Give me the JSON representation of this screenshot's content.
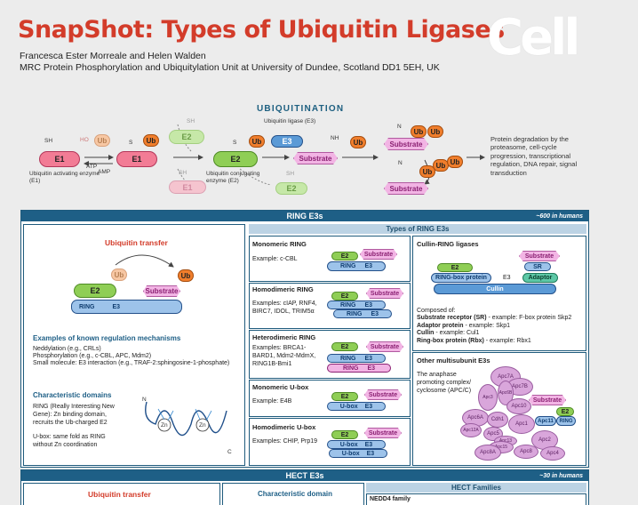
{
  "header": {
    "title": "SnapShot: Types of Ubiquitin Ligases",
    "authors": "Francesca Ester Morreale and Helen Walden",
    "affiliation": "MRC Protein Phosphorylation and Ubiquitylation Unit at University of Dundee, Scotland DD1 5EH, UK",
    "logo": "Cell"
  },
  "ubiquitination": {
    "title": "UBIQUITINATION",
    "e1": "E1",
    "e2": "E2",
    "e3": "E3",
    "ub": "Ub",
    "substrate": "Substrate",
    "sh": "SH",
    "ho": "HO",
    "s": "S",
    "nh": "NH",
    "o": "O",
    "h": "H",
    "n": "N",
    "atp": "ATP",
    "amp": "AMP",
    "e1_label": "Ubiquitin activating enzyme (E1)",
    "e2_label": "Ubiquitin conjugating enzyme (E2)",
    "e3_label": "Ubiquitin ligase (E3)",
    "outcome": "Protein degradation by the proteasome, cell-cycle progression, transcriptional regulation, DNA repair, signal transduction"
  },
  "ring": {
    "bar_title": "RING E3s",
    "bar_count": "~600 in humans",
    "transfer_title": "Ubiquitin transfer",
    "ring": "RING",
    "e3": "E3",
    "e2": "E2",
    "ub": "Ub",
    "substrate": "Substrate",
    "regulation_title": "Examples of known regulation mechanisms",
    "regulation": [
      "Neddylation (e.g., CRLs)",
      "Phosphorylation (e.g., c-CBL, APC, Mdm2)",
      "Small molecule: E3 interaction (e.g., TRAF-2:sphingosine-1-phosphate)"
    ],
    "domains_title": "Characteristic domains",
    "domains_ring": "RING (Really Interesting New Gene): Zn binding domain, recruits the Ub-charged E2",
    "domains_ubox": "U-box: same fold as RING without Zn coordination",
    "zn": "Zn",
    "n": "N",
    "c": "C",
    "types_title": "Types of RING E3s",
    "monomeric_title": "Monomeric RING",
    "monomeric_example": "Example: c-CBL",
    "homodimeric_title": "Homodimeric RING",
    "homodimeric_example": "Examples: cIAP, RNF4, BIRC7, IDOL, TRIM5α",
    "heterodimeric_title": "Heterodimeric RING",
    "heterodimeric_example": "Examples: BRCA1-BARD1, Mdm2-MdmX, RING1B-Bmi1",
    "ubox_mono_title": "Monomeric U-box",
    "ubox_mono_example": "Example: E4B",
    "ubox_homo_title": "Homodimeric U-box",
    "ubox_homo_example": "Examples: CHIP, Prp19",
    "ubox": "U-box",
    "cullin_title": "Cullin-RING ligases",
    "sr": "SR",
    "adaptor": "Adaptor",
    "ring_box": "RING-box protein",
    "cullin": "Cullin",
    "composed_of": "Composed of:",
    "composed_sr_b": "Substrate receptor (SR)",
    "composed_sr": " - example: F-box protein Skp2",
    "composed_adaptor_b": "Adaptor protein",
    "composed_adaptor": " - example: Skp1",
    "composed_cullin_b": "Cullin",
    "composed_cullin": " - example: Cul1",
    "composed_rbx_b": "Ring-box protein (Rbx)",
    "composed_rbx": " - example: Rbx1",
    "multi_title": "Other multisubunit E3s",
    "multi_text": "The anaphase promoting complex/ cyclosome (APC/C)",
    "apc": [
      "Apc7A",
      "Apc7B",
      "Apc10",
      "Apc6A",
      "Apc5",
      "Cdh1",
      "Apc1",
      "Apc11",
      "Apc12A",
      "Apc8A",
      "Apc13",
      "Apc15",
      "Apc8",
      "Apc2",
      "Apc4",
      "Apc6B",
      "Apc3"
    ]
  },
  "hect": {
    "bar_title": "HECT E3s",
    "bar_count": "~30 in humans",
    "transfer_title": "Ubiquitin transfer",
    "domain_title": "Characteristic domain",
    "families_title": "HECT Families",
    "nedd4": "NEDD4 family"
  }
}
